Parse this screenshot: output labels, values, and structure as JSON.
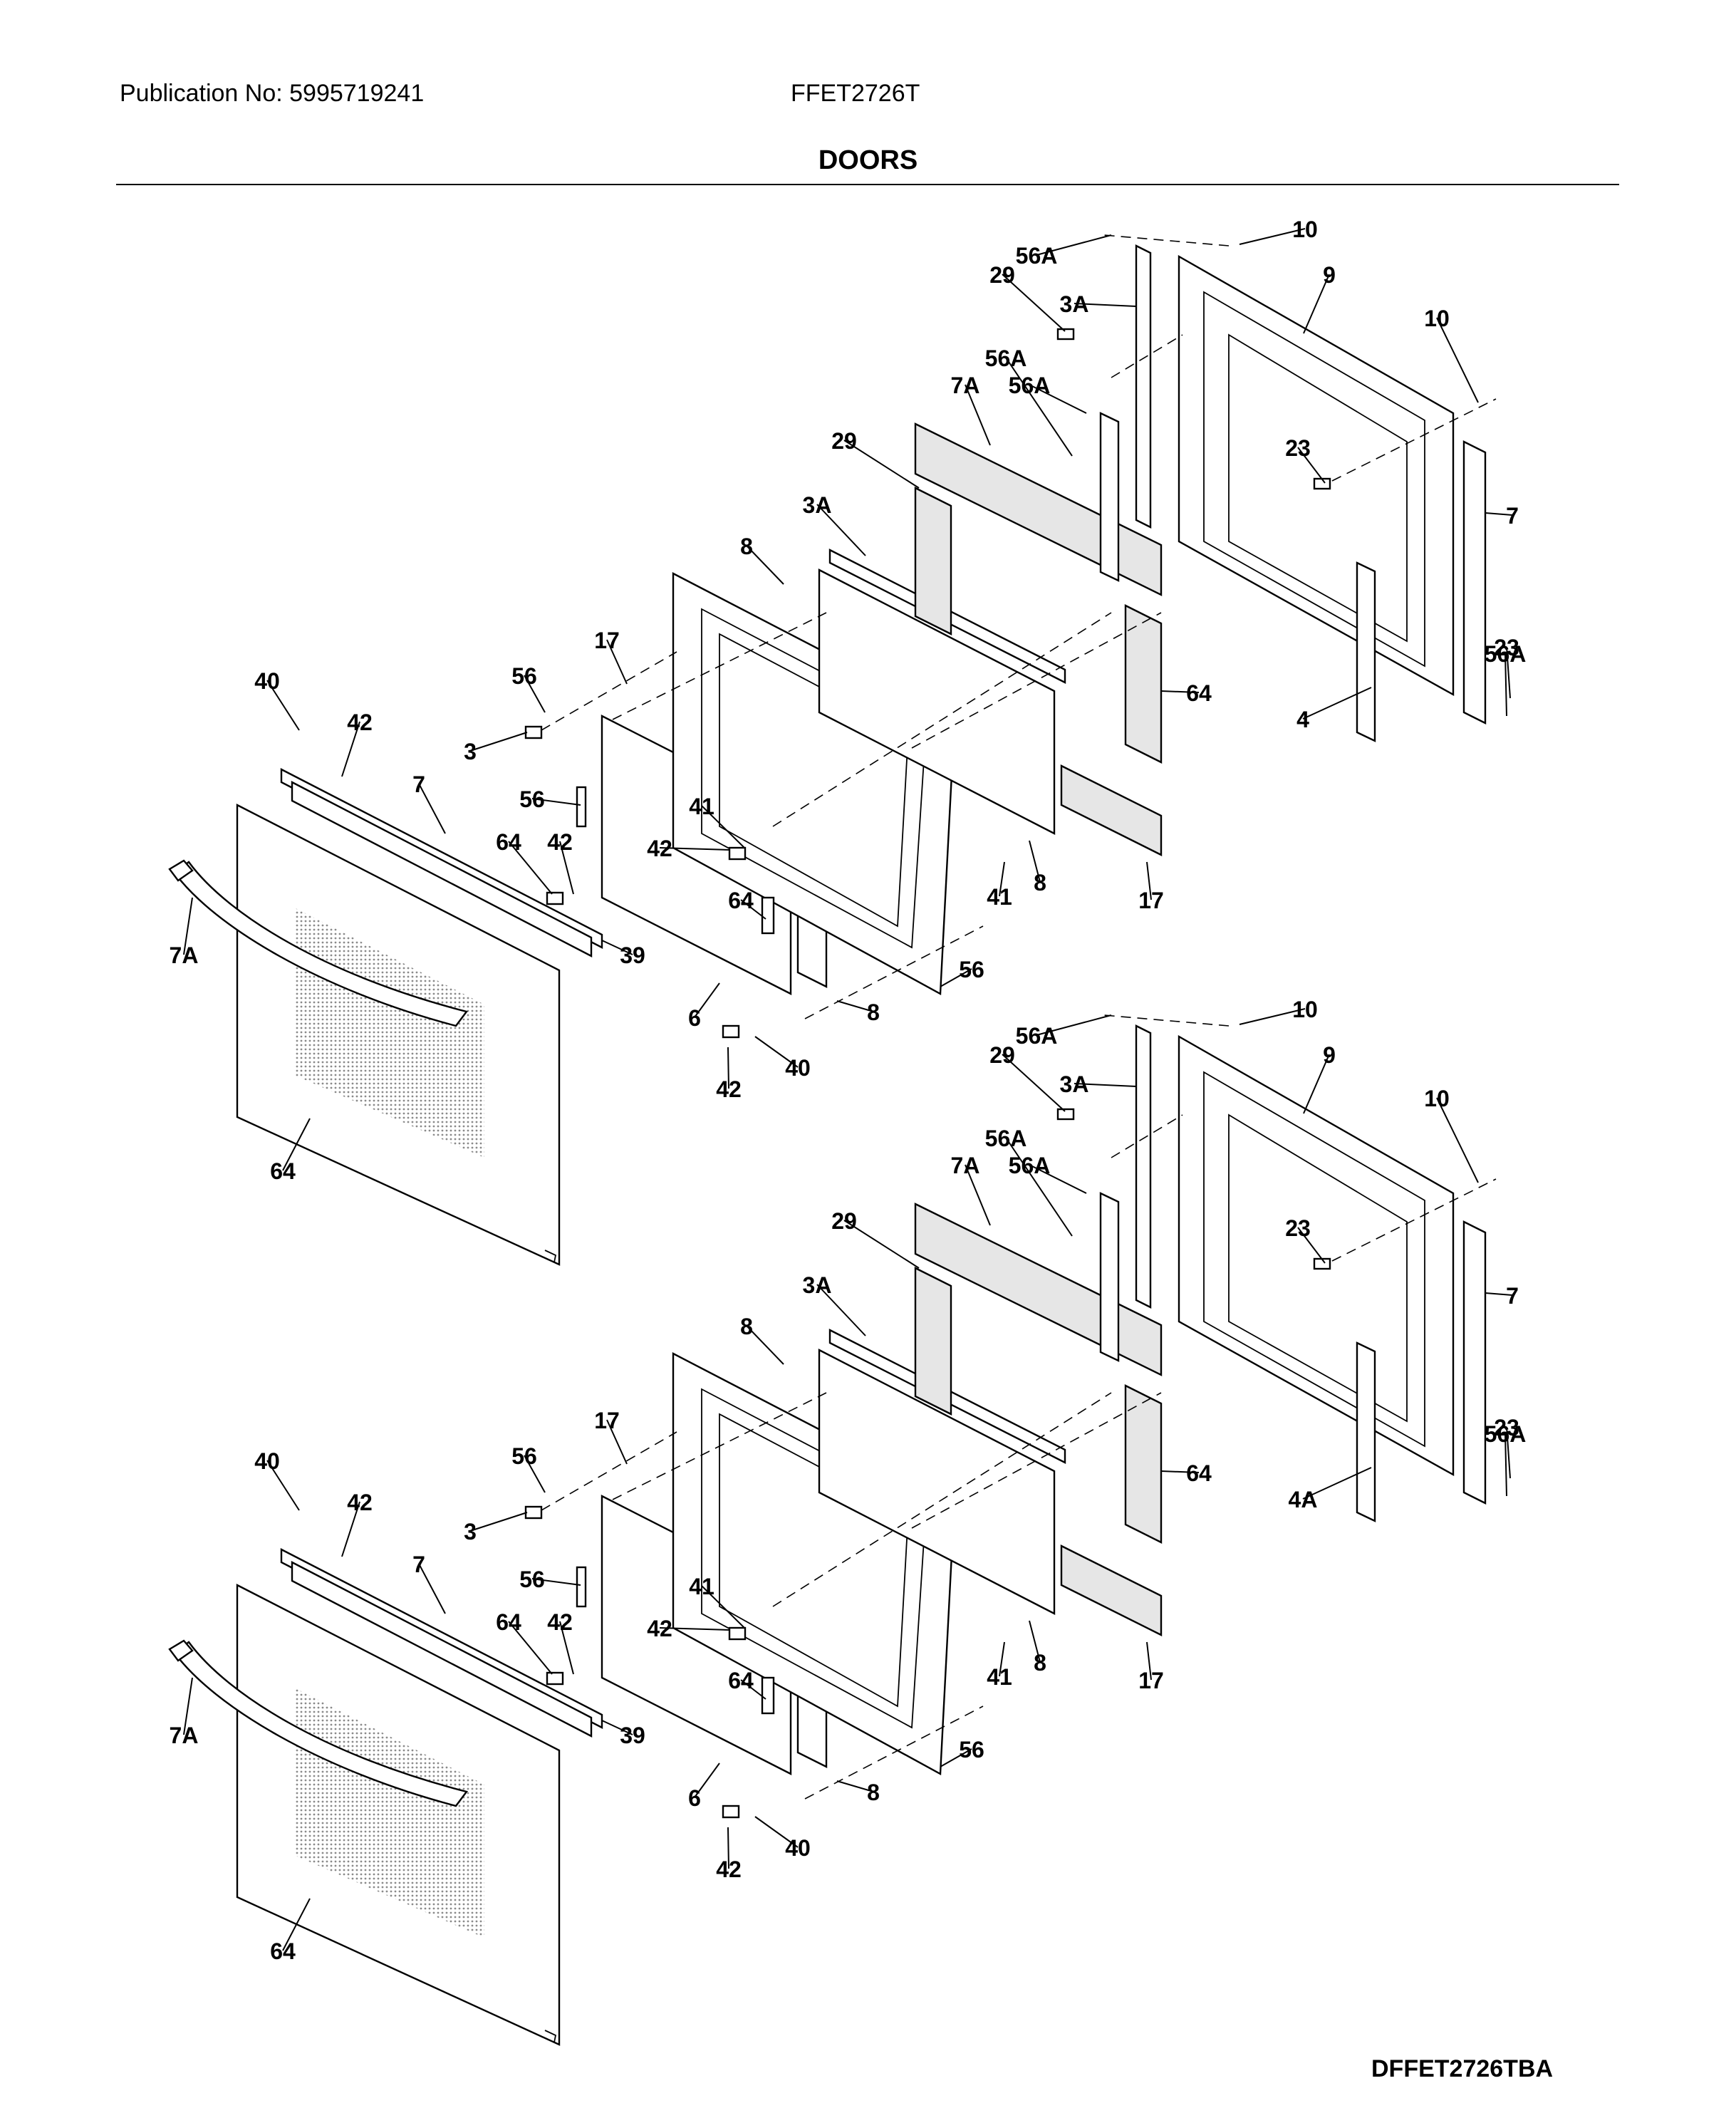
{
  "header": {
    "publication": "Publication No: 5995719241",
    "model": "FFET2726T",
    "section_title": "DOORS"
  },
  "footer": {
    "diagram_code": "DFFET2726TBA"
  },
  "assemblies": [
    {
      "name": "upper",
      "callouts": [
        "56A",
        "10",
        "29",
        "3A",
        "9",
        "10",
        "56A",
        "7A",
        "56A",
        "23",
        "29",
        "7",
        "3A",
        "8",
        "17",
        "40",
        "56",
        "42",
        "3",
        "64",
        "7",
        "56",
        "41",
        "42",
        "64",
        "42",
        "64",
        "41",
        "8",
        "17",
        "7A",
        "39",
        "56",
        "6",
        "8",
        "40",
        "42",
        "64",
        "4",
        "23",
        "56A"
      ]
    },
    {
      "name": "lower",
      "callouts": [
        "56A",
        "10",
        "29",
        "3A",
        "9",
        "10",
        "56A",
        "7A",
        "56A",
        "23",
        "29",
        "7",
        "3A",
        "8",
        "17",
        "40",
        "56",
        "42",
        "3",
        "64",
        "7",
        "56",
        "41",
        "42",
        "64",
        "42",
        "64",
        "41",
        "8",
        "17",
        "7A",
        "39",
        "56",
        "6",
        "8",
        "40",
        "42",
        "64",
        "4A",
        "23",
        "56A"
      ]
    }
  ]
}
